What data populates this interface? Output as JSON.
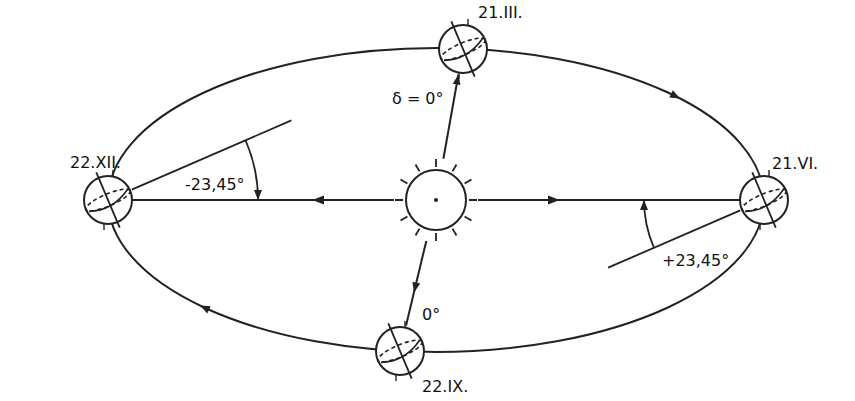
{
  "diagram": {
    "nodes": [
      {
        "text": [
          "21.III."
        ]
      },
      {
        "text": [
          "22.XII."
        ]
      },
      {
        "text": [
          "21.VI."
        ]
      },
      {
        "text": [
          "22.IX."
        ]
      }
    ],
    "labels": [
      "δ = 0°",
      "-23,45°",
      "+23,45°",
      "0°"
    ]
  }
}
